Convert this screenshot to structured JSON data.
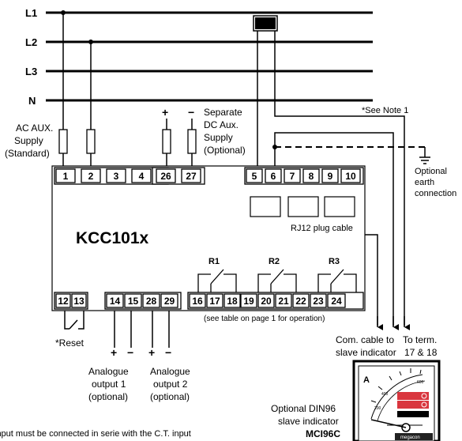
{
  "lines": {
    "l1": "L1",
    "l2": "L2",
    "l3": "L3",
    "n": "N"
  },
  "notes": {
    "see_note": "*See Note 1",
    "footnote_fragment": "input must be connected in serie with the C.T. input"
  },
  "aux": {
    "ac_line1": "AC AUX.",
    "ac_line2": "Supply",
    "ac_line3": "(Standard)",
    "dc_line1": "Separate",
    "dc_line2": "DC Aux.",
    "dc_line3": "Supply",
    "dc_line4": "(Optional)",
    "plus": "+",
    "minus": "−"
  },
  "earth": {
    "line1": "Optional",
    "line2": "earth",
    "line3": "connection"
  },
  "device": {
    "name": "KCC101x",
    "rj12": "RJ12 plug cable",
    "see_table": "(see table on page 1 for operation)",
    "top_terminals": [
      "1",
      "2",
      "3",
      "4",
      "26",
      "27",
      "5",
      "6",
      "7",
      "8",
      "9",
      "10"
    ],
    "bottom_terminals": [
      "12",
      "13",
      "14",
      "15",
      "28",
      "29",
      "16",
      "17",
      "18",
      "19",
      "20",
      "21",
      "22",
      "23",
      "24"
    ],
    "relays": [
      "R1",
      "R2",
      "R3"
    ]
  },
  "reset": {
    "label": "*Reset"
  },
  "analogue": {
    "out1_line1": "Analogue",
    "out1_line2": "output 1",
    "out1_line3": "(optional)",
    "out2_line1": "Analogue",
    "out2_line2": "output 2",
    "out2_line3": "(optional)",
    "plus": "+",
    "minus": "−"
  },
  "com": {
    "line1": "Com. cable to",
    "line2": "slave indicator"
  },
  "to_term": {
    "line1": "To term.",
    "line2": "17 & 18"
  },
  "slave": {
    "line1": "Optional DIN96",
    "line2": "slave indicator",
    "model": "MCI96C",
    "meter_unit": "A",
    "scale": [
      "200",
      "400",
      "600"
    ],
    "brand": "megacon"
  }
}
